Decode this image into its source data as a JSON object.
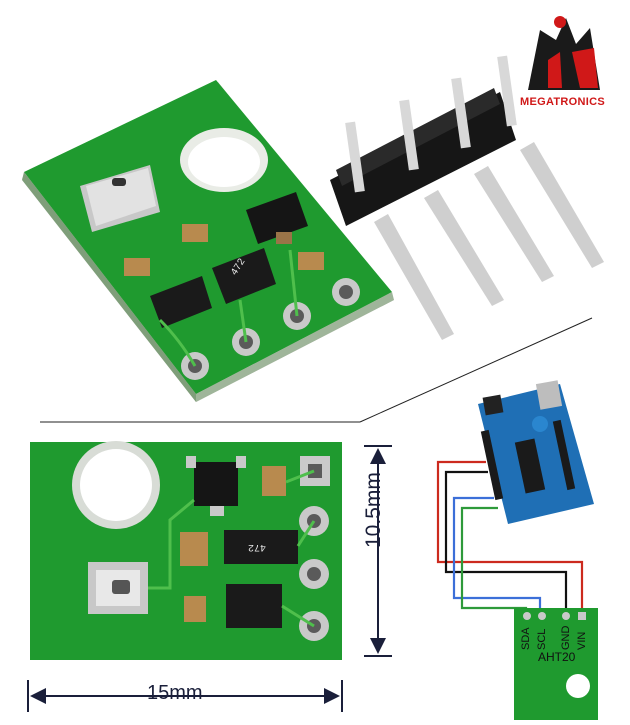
{
  "brand": {
    "name": "MEGATRONICS",
    "colors": {
      "brand_red": "#d01818",
      "pcb_green": "#1e9a2e",
      "arduino_blue": "#1f6fb5"
    }
  },
  "dimensions": {
    "height_label": "10.5mm",
    "width_label": "15mm"
  },
  "chip_markings": {
    "resistor_top": "472",
    "resistor_bottom": "472"
  },
  "wiring_diagram": {
    "board_title": "AHT20",
    "pins": [
      "SDA",
      "SCL",
      "GND",
      "VIN"
    ],
    "wire_colors": [
      "#2e9a3a",
      "#3c6fd8",
      "#111111",
      "#cc2a1e"
    ]
  }
}
